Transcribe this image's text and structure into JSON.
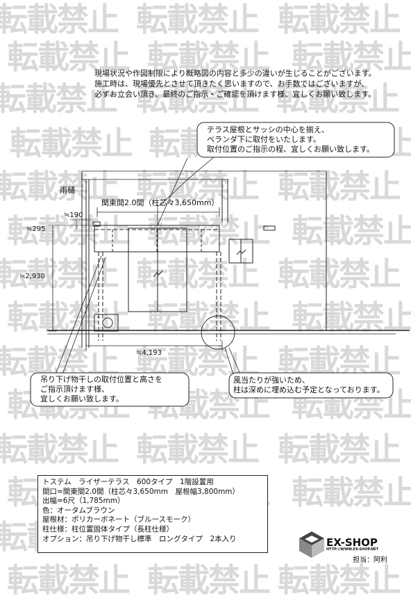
{
  "watermark": "転載禁止",
  "header_notice": {
    "line1": "現場状況や作図制限により概略図の内容と多少の違いが生じることがございます。",
    "line2": "施工時は、現場優先とさせて頂きたく思いますので、お手数ではございますが、",
    "line3": "必ずお立会い頂き、最終のご指示・ご確認を頂けます様、宜しくお願い致します。"
  },
  "callout_top": {
    "line1": "テラス屋根とサッシの中心を揃え、",
    "line2": "ベランダ下に取付をいたします。",
    "line3": "取付位置のご指示の程、宜しくお願い致します。"
  },
  "callout_left": {
    "line1": "吊り下げ物干しの取付位置と高さを",
    "line2": "ご指示頂けます様、",
    "line3": "宜しくお願い致します。"
  },
  "callout_right": {
    "line1": "風当たりが強いため、",
    "line2": "柱は深めに埋め込む予定となっております。"
  },
  "labels": {
    "gutter": "雨樋",
    "span_label": "関東間2.0間（柱芯々3,650mm）",
    "dim_190": "≒190",
    "dim_295": "≒295",
    "dim_2930": "≒2,930",
    "dim_4193": "≒4,193"
  },
  "spec": {
    "line1": "トステム　ライザーテラス　600タイプ　1階設置用",
    "line2": "間口=関東間2.0間（柱芯々3,650mm　屋根幅3,800mm）",
    "line3": "出幅=6尺（1,785mm）",
    "line4": "色：オータムブラウン",
    "line5": "屋根材：ポリカーボネート（ブルースモーク）",
    "line6": "柱仕様：柱位置固体タイプ（長柱仕様）",
    "line7": "オプション：吊り下げ物干し標準　ロングタイプ　2本入り"
  },
  "logo": {
    "name": "EX-SHOP",
    "url": "HTTP://WWW.EX-SHOP.NET"
  },
  "staff": "担当：阿利"
}
